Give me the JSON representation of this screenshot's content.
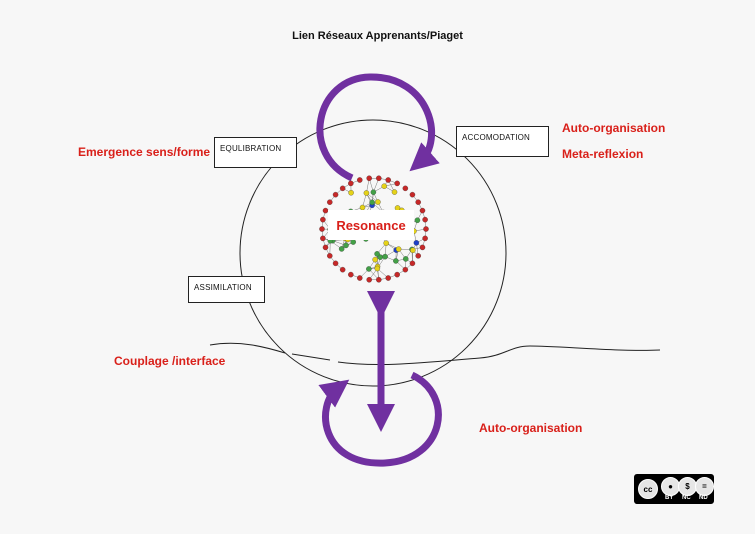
{
  "title": "Lien Réseaux Apprenants/Piaget",
  "labels": {
    "emergence": "Emergence sens/forme",
    "auto_org_top": "Auto-organisation",
    "meta_reflexion": "Meta-reflexion",
    "couplage": "Couplage /interface",
    "auto_org_bottom": "Auto-organisation",
    "resonance": "Resonance"
  },
  "boxes": {
    "equilibration": "EQULIBRATION",
    "accomodation": "ACCOMODATION",
    "assimilation": "ASSIMILATION"
  },
  "license": {
    "cc": "cc",
    "terms": [
      "BY",
      "NC",
      "ND"
    ],
    "icons": [
      "attribution-icon",
      "noncommercial-icon",
      "noderivs-icon"
    ]
  },
  "colors": {
    "accent_red": "#d9201a",
    "arrow_purple": "#7030a0",
    "node_red": "#c62828",
    "node_yellow": "#e5d219",
    "node_green": "#43a047",
    "node_blue": "#1e40c8"
  }
}
